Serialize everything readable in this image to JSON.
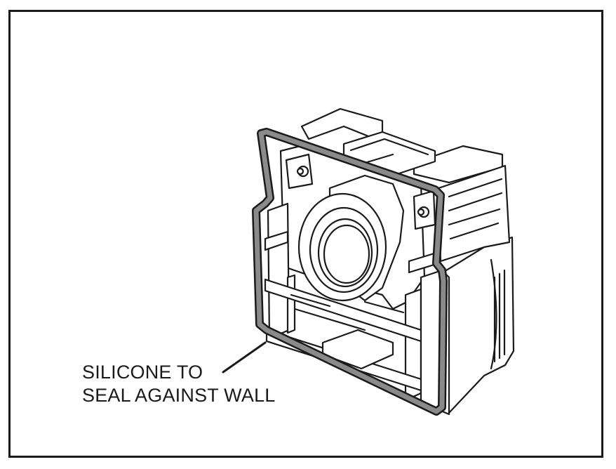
{
  "callout": {
    "line1": "SILICONE TO",
    "line2": "SEAL AGAINST WALL"
  },
  "colors": {
    "frame": "#1a1a1a",
    "ink": "#1a1a1a",
    "silicone_bead": "#8a8a8a",
    "background": "#ffffff"
  },
  "icons": {
    "illustration": "electrical-box-with-silicone-bead"
  }
}
